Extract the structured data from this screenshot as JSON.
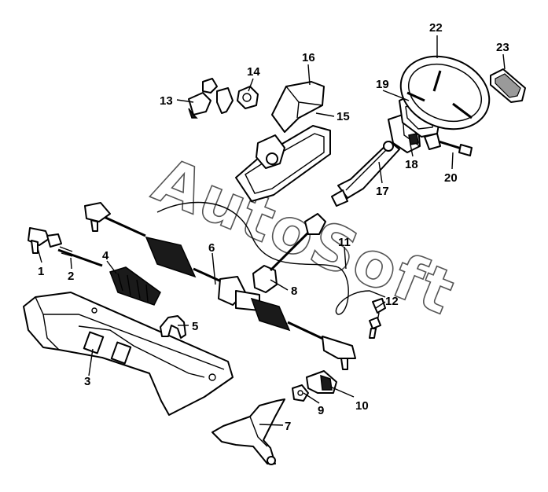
{
  "watermark": "AutoSoft",
  "callouts": [
    {
      "id": "1",
      "label": "1"
    },
    {
      "id": "2",
      "label": "2"
    },
    {
      "id": "3",
      "label": "3"
    },
    {
      "id": "4",
      "label": "4"
    },
    {
      "id": "5",
      "label": "5"
    },
    {
      "id": "6",
      "label": "6"
    },
    {
      "id": "7",
      "label": "7"
    },
    {
      "id": "8",
      "label": "8"
    },
    {
      "id": "9",
      "label": "9"
    },
    {
      "id": "10",
      "label": "10"
    },
    {
      "id": "11",
      "label": "11"
    },
    {
      "id": "12",
      "label": "12"
    },
    {
      "id": "13",
      "label": "13"
    },
    {
      "id": "14",
      "label": "14"
    },
    {
      "id": "15",
      "label": "15"
    },
    {
      "id": "16",
      "label": "16"
    },
    {
      "id": "17",
      "label": "17"
    },
    {
      "id": "18",
      "label": "18"
    },
    {
      "id": "19",
      "label": "19"
    },
    {
      "id": "20",
      "label": "20"
    },
    {
      "id": "22",
      "label": "22"
    },
    {
      "id": "23",
      "label": "23"
    }
  ]
}
